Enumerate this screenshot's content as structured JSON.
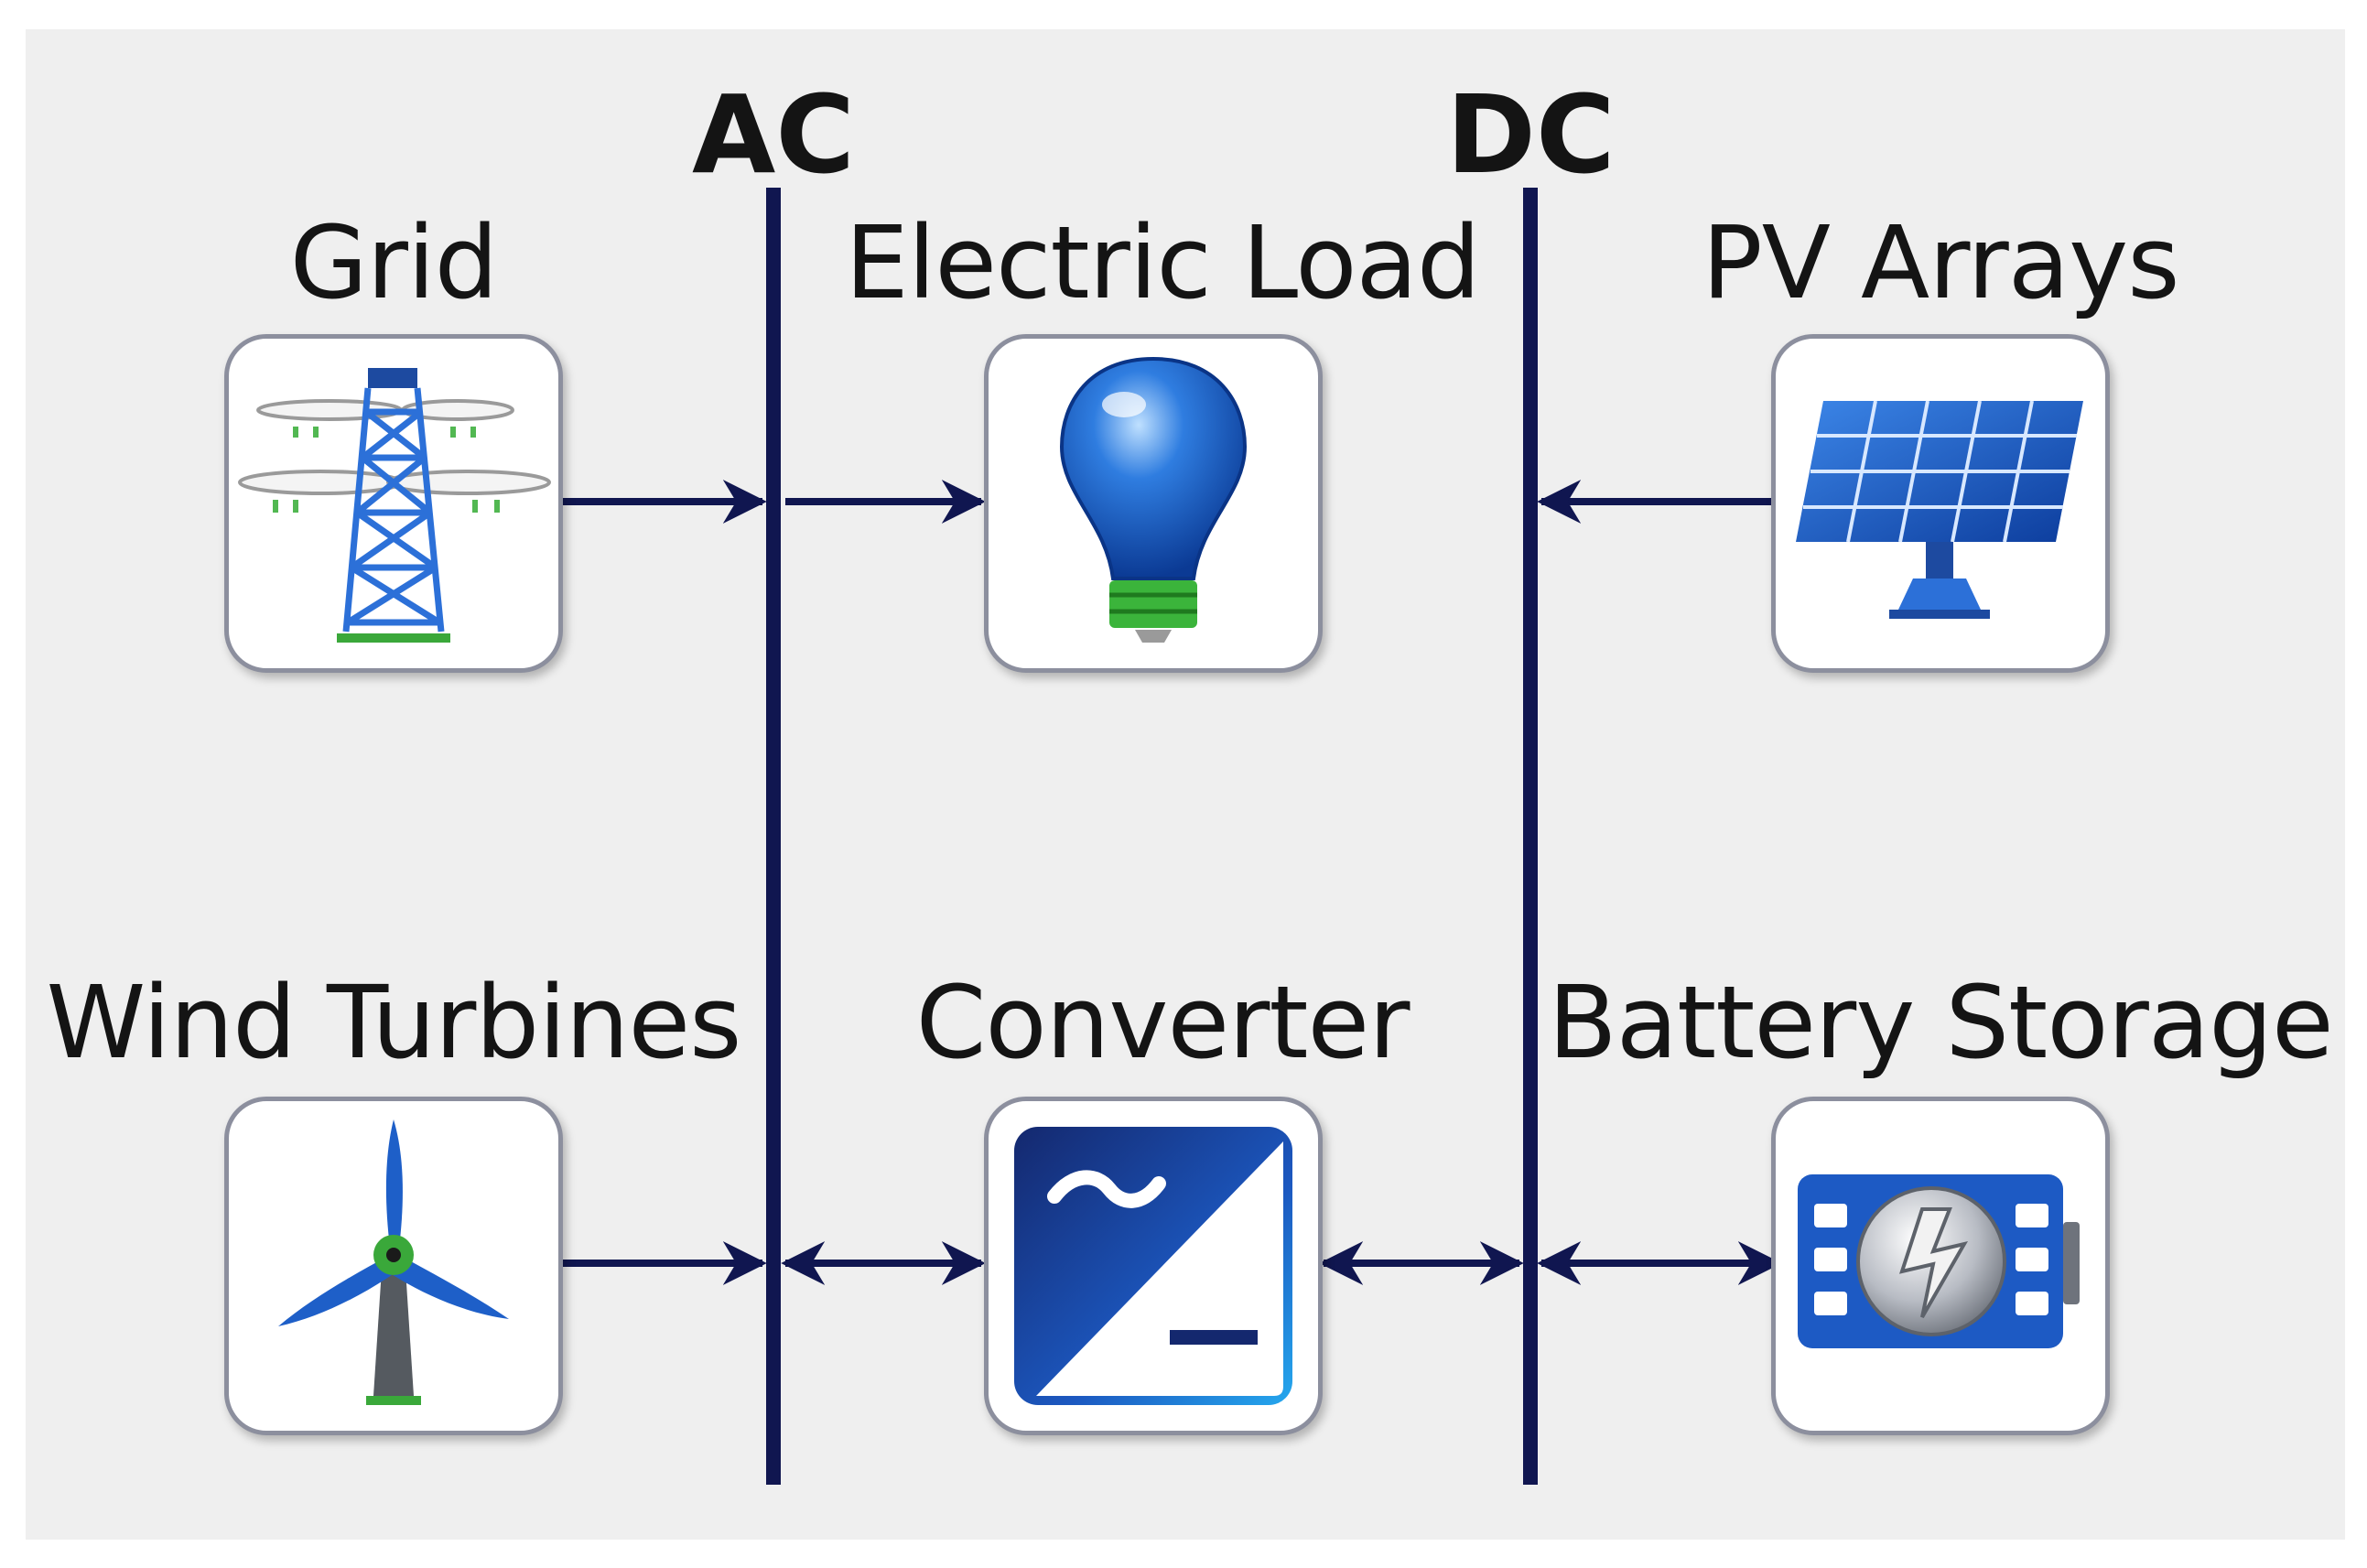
{
  "buses": {
    "ac": {
      "label": "AC"
    },
    "dc": {
      "label": "DC"
    }
  },
  "components": {
    "grid": {
      "label": "Grid",
      "icon": "transmission-tower-icon"
    },
    "electric_load": {
      "label": "Electric Load",
      "icon": "light-bulb-icon"
    },
    "pv_arrays": {
      "label": "PV Arrays",
      "icon": "solar-panel-icon"
    },
    "wind_turbines": {
      "label": "Wind Turbines",
      "icon": "wind-turbine-icon"
    },
    "converter": {
      "label": "Converter",
      "icon": "ac-dc-converter-icon"
    },
    "battery_storage": {
      "label": "Battery Storage",
      "icon": "battery-icon"
    }
  },
  "colors": {
    "bus": "#101650",
    "icon_blue": "#1e5fc8",
    "icon_green": "#3aa83a"
  }
}
